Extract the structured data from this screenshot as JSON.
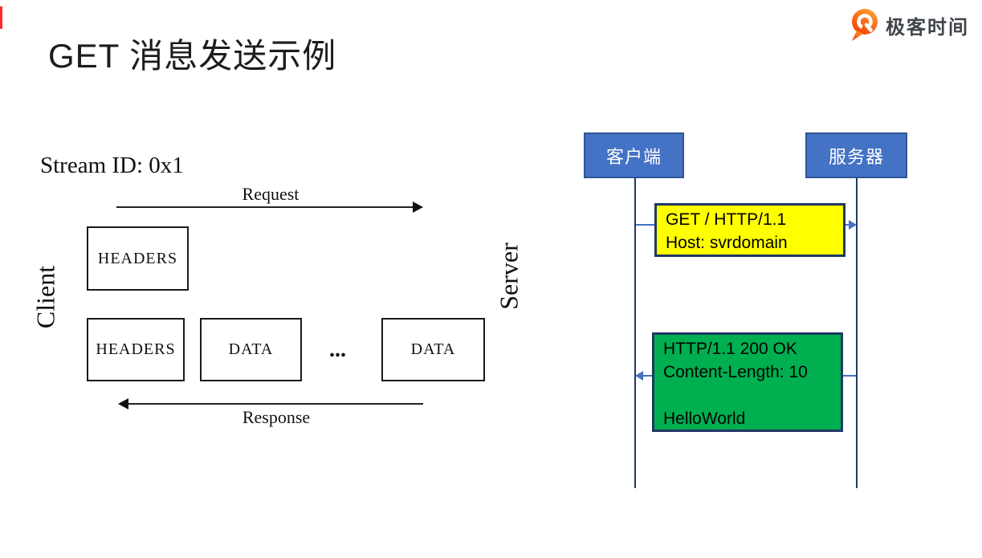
{
  "slide": {
    "title": "GET 消息发送示例",
    "red_edge_mark_color": "#FF2B2B"
  },
  "brand": {
    "name": "极客时间",
    "icon": "geektime-pin-icon",
    "orange": "#F75404",
    "orange_light": "#FF9C33",
    "text_color": "#40444B"
  },
  "frame_diagram": {
    "stream_id": "Stream ID: 0x1",
    "request_label": "Request",
    "response_label": "Response",
    "client_label": "Client",
    "server_label": "Server",
    "ellipsis": "...",
    "boxes": {
      "top": [
        "HEADERS"
      ],
      "bottom": [
        "HEADERS",
        "DATA",
        "DATA"
      ]
    },
    "stroke_color": "#1a1a1a"
  },
  "sequence_diagram": {
    "actors": {
      "client": "客户端",
      "server": "服务器"
    },
    "actor_fill": "#4472C4",
    "actor_border": "#2F5597",
    "actor_text_color": "#FFFFFF",
    "lifeline_color": "#1F3864",
    "arrow_color": "#4472C4",
    "request_message": {
      "fill": "#FFFF00",
      "border": "#1F3864",
      "lines": [
        "GET / HTTP/1.1",
        "Host: svrdomain"
      ]
    },
    "response_message": {
      "fill": "#00B050",
      "border": "#1F3864",
      "lines": [
        "HTTP/1.1 200 OK",
        "Content-Length: 10",
        "",
        "HelloWorld"
      ]
    }
  }
}
